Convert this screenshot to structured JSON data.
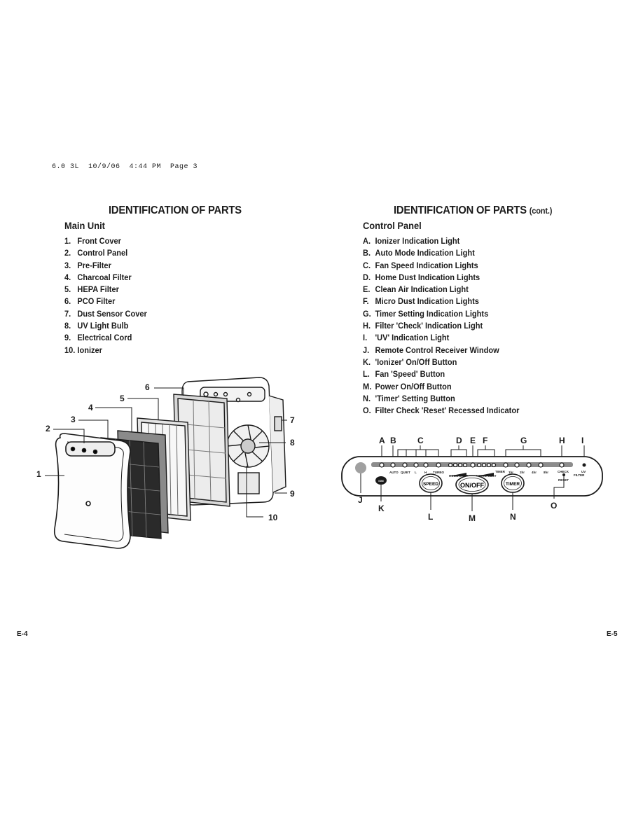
{
  "header": "6.0 3L  10/9/06  4:44 PM  Page 3",
  "left": {
    "title": "IDENTIFICATION OF PARTS",
    "subtitle": "Main Unit",
    "items": [
      {
        "key": "1.",
        "label": "Front Cover"
      },
      {
        "key": "2.",
        "label": "Control Panel"
      },
      {
        "key": "3.",
        "label": "Pre-Filter"
      },
      {
        "key": "4.",
        "label": "Charcoal Filter"
      },
      {
        "key": "5.",
        "label": "HEPA Filter"
      },
      {
        "key": "6.",
        "label": "PCO Filter"
      },
      {
        "key": "7.",
        "label": "Dust Sensor Cover"
      },
      {
        "key": "8.",
        "label": "UV Light Bulb"
      },
      {
        "key": "9.",
        "label": "Electrical Cord"
      },
      {
        "key": "10.",
        "label": "Ionizer"
      }
    ],
    "callouts": [
      "1",
      "2",
      "3",
      "4",
      "5",
      "6",
      "7",
      "8",
      "9",
      "10"
    ],
    "page": "E-4"
  },
  "right": {
    "title": "IDENTIFICATION OF PARTS",
    "title_suffix": "(cont.)",
    "subtitle": "Control Panel",
    "items": [
      {
        "key": "A.",
        "label": "Ionizer Indication Light"
      },
      {
        "key": "B.",
        "label": "Auto Mode Indication Light"
      },
      {
        "key": "C.",
        "label": "Fan Speed Indication Lights"
      },
      {
        "key": "D.",
        "label": "Home Dust Indication Lights"
      },
      {
        "key": "E.",
        "label": "Clean Air Indication Light"
      },
      {
        "key": "F.",
        "label": "Micro Dust Indication Lights"
      },
      {
        "key": "G.",
        "label": "Timer Setting Indication Lights"
      },
      {
        "key": "H.",
        "label": "Filter 'Check' Indication Light"
      },
      {
        "key": "I.",
        "label": "'UV' Indication Light"
      },
      {
        "key": "J.",
        "label": "Remote Control Receiver Window"
      },
      {
        "key": "K.",
        "label": "'Ionizer' On/Off Button"
      },
      {
        "key": "L.",
        "label": "Fan 'Speed' Button"
      },
      {
        "key": "M.",
        "label": "Power On/Off Button"
      },
      {
        "key": "N.",
        "label": "'Timer' Setting Button"
      },
      {
        "key": "O.",
        "label": "Filter Check 'Reset' Recessed Indicator"
      }
    ],
    "panel": {
      "top_letters": [
        "A",
        "B",
        "C",
        "D",
        "E",
        "F",
        "G",
        "H",
        "I"
      ],
      "bottom_letters": [
        "J",
        "K",
        "L",
        "M",
        "N",
        "O"
      ],
      "small_labels": {
        "auto": "AUTO",
        "quiet": "QUIET",
        "l": "L",
        "h": "H",
        "turbo": "TURBO",
        "home_dust": "HOME DUST",
        "micro_dust": "MICRO DUST",
        "timer": "TIMER",
        "t1": "1hr",
        "t2": "2hr",
        "t4": "4hr",
        "t8": "8hr",
        "check": "CHECK",
        "uv": "UV",
        "reset": "RESET",
        "filter": "FILTER",
        "ion": "IONI"
      },
      "buttons": {
        "speed": "SPEED",
        "onoff": "ON/OFF",
        "timer": "TIMER"
      }
    },
    "page": "E-5"
  }
}
